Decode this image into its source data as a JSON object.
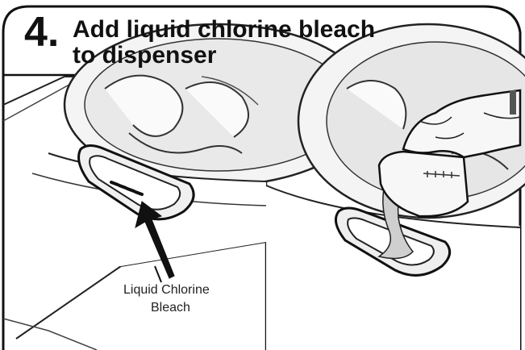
{
  "step": {
    "number": "4.",
    "title_line1": "Add liquid chlorine bleach",
    "title_line2": "to dispenser"
  },
  "callout": {
    "line1": "Liquid Chlorine",
    "line2": "Bleach"
  },
  "icons": [
    "washer-drum-illustration",
    "bleach-dispenser-icon",
    "arrow-up-icon",
    "measuring-cup-icon",
    "hand-icon"
  ],
  "colors": {
    "ink": "#111111",
    "paper": "#ffffff",
    "shade": "#cfcfcf"
  }
}
